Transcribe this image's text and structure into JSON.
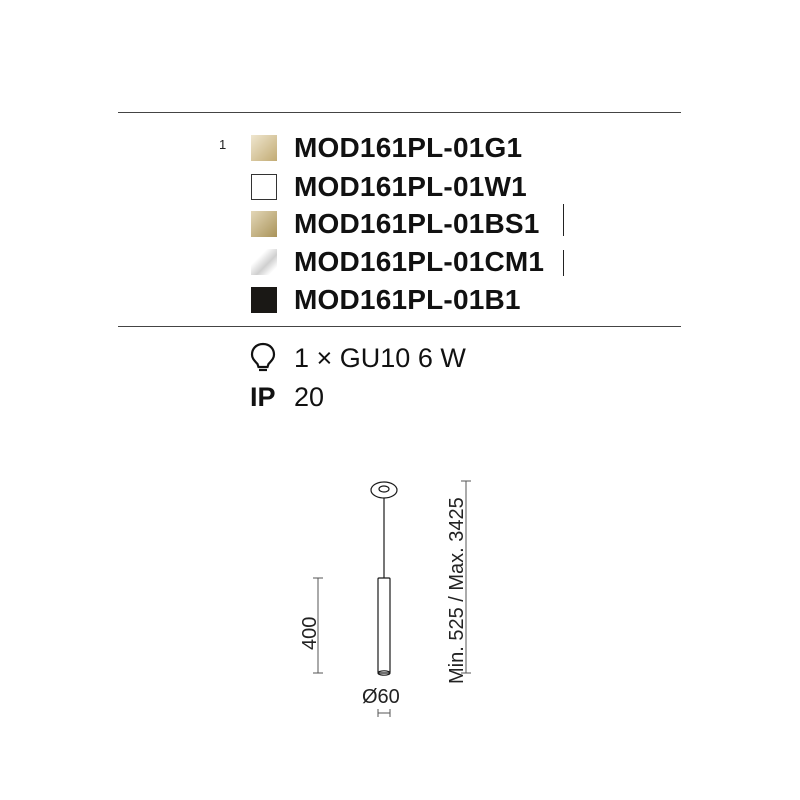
{
  "item_index": "1",
  "variants": [
    {
      "code": "MOD161PL-01G1",
      "swatch": "gold",
      "colors": [
        "#e9dfc6",
        "#c6b07a"
      ]
    },
    {
      "code": "MOD161PL-01W1",
      "swatch": "white",
      "colors": [
        "#ffffff",
        "#ffffff"
      ]
    },
    {
      "code": "MOD161PL-01BS1",
      "swatch": "brass",
      "colors": [
        "#e0d3b3",
        "#b29c64"
      ]
    },
    {
      "code": "MOD161PL-01CM1",
      "swatch": "chrome",
      "colors": [
        "#ffffff",
        "#d0d0d0"
      ]
    },
    {
      "code": "MOD161PL-01B1",
      "swatch": "black",
      "colors": [
        "#1a1815",
        "#1a1815"
      ]
    }
  ],
  "specs": {
    "lamp_icon": "bulb-icon",
    "lamp": "1 × GU10 6 W",
    "ip_label": "IP",
    "ip_value": "20"
  },
  "dimensions": {
    "height": "400",
    "diameter": "Ø60",
    "suspension": "Min. 525 / Max. 3425"
  }
}
